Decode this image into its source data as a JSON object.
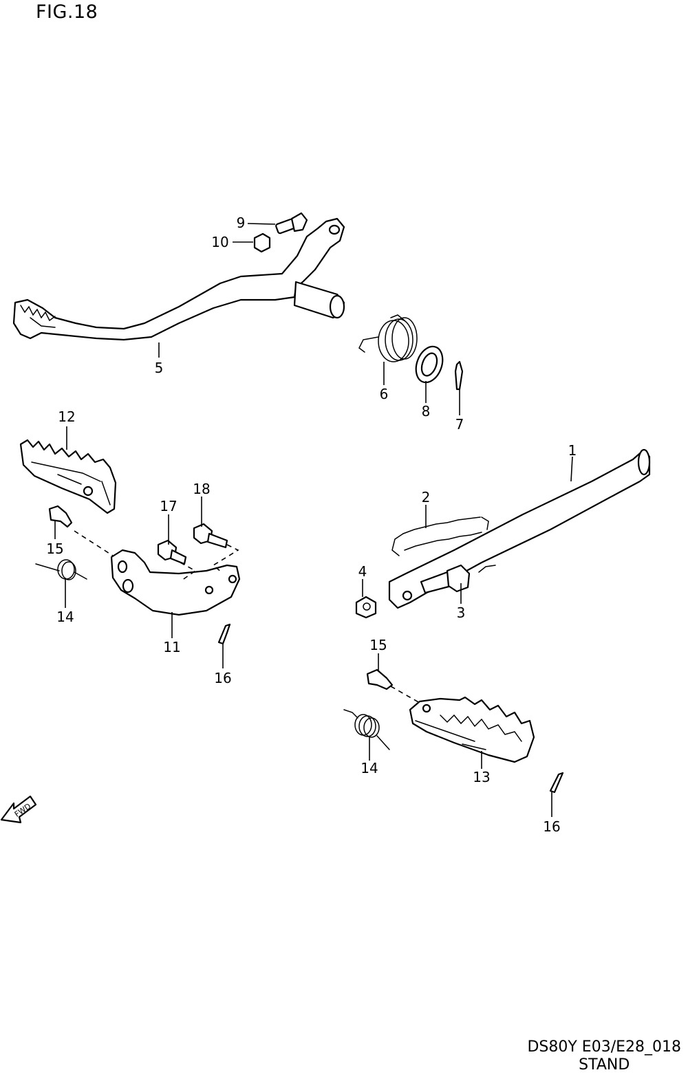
{
  "figure": {
    "title": "FIG.18"
  },
  "footer": {
    "code": "DS80Y E03/E28_018",
    "name": "STAND"
  },
  "fwd_arrow": {
    "label": "FWD",
    "icon": "fwd-arrow-icon"
  },
  "callouts": {
    "c1": "1",
    "c2": "2",
    "c3": "3",
    "c4": "4",
    "c5": "5",
    "c6": "6",
    "c7a": "7",
    "c8": "8",
    "c9": "9",
    "c10": "10",
    "c11": "11",
    "c12": "12",
    "c13": "13",
    "c14a": "14",
    "c14b": "14",
    "c15a": "15",
    "c15b": "15",
    "c16a": "16",
    "c16b": "16",
    "c17": "17",
    "c18": "18"
  }
}
